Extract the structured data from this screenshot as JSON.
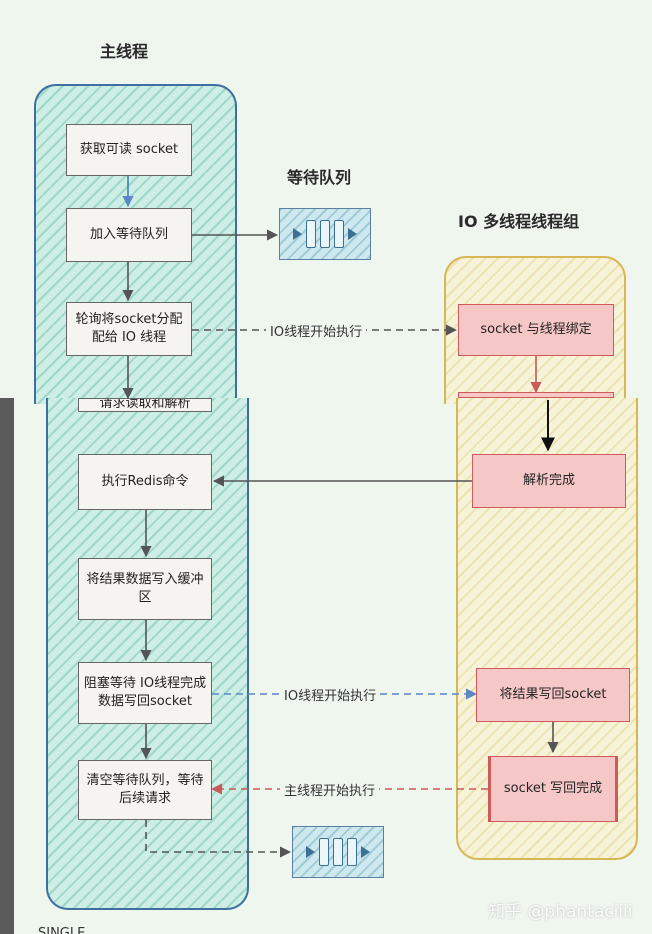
{
  "headings": {
    "main_thread": "主线程",
    "wait_queue": "等待队列",
    "io_group": "IO 多线程线程组"
  },
  "main_boxes": {
    "get_socket": "获取可读 socket",
    "add_queue": "加入等待队列",
    "poll_assign": "轮询将socket分配配给 IO 线程",
    "request_parse": "请求读取和解析",
    "exec_redis": "执行Redis命令",
    "write_buffer": "将结果数据写入缓冲区",
    "block_wait": "阻塞等待 IO线程完成数据写回socket",
    "clear_queue": "清空等待队列，等待后续请求"
  },
  "io_boxes": {
    "bind_socket": "socket 与线程绑定",
    "parse_done": "解析完成",
    "write_back": "将结果写回socket",
    "write_done": "socket 写回完成"
  },
  "edge_labels": {
    "io_start_1": "IO线程开始执行",
    "io_start_2": "IO线程开始执行",
    "main_start": "主线程开始执行"
  },
  "footer": {
    "watermark": "知乎 @phantaciiii",
    "clipped": "SINGLE"
  },
  "colors": {
    "main_lane_border": "#3f6fa0",
    "io_lane_border": "#d8b655",
    "io_box_fill": "#f6c7c7",
    "arrow_blue_dash": "#6a8fc8",
    "arrow_red_dash": "#c85a5a"
  }
}
